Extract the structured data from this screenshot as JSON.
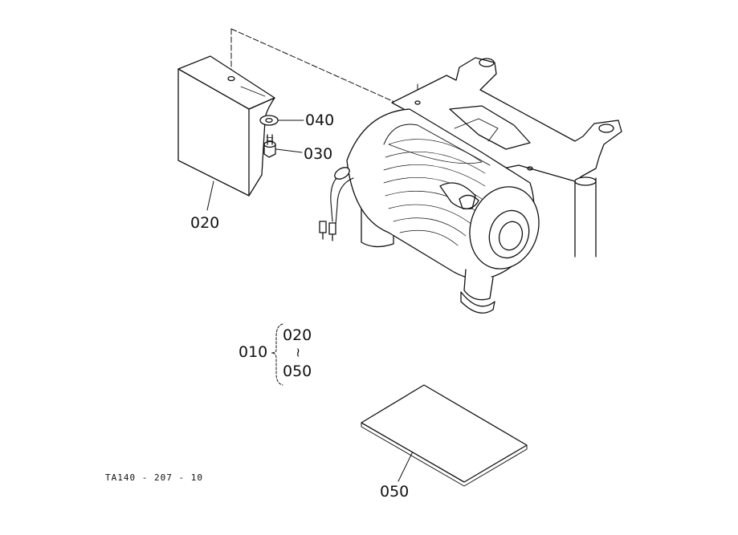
{
  "figure_code": "TA140 - 207 - 10",
  "callouts": {
    "cover": "020",
    "washer": "040",
    "bolt": "030",
    "sheet": "050"
  },
  "assembly_group": {
    "number": "010",
    "range_start": "020",
    "range_symbol": "~",
    "range_end": "050"
  }
}
